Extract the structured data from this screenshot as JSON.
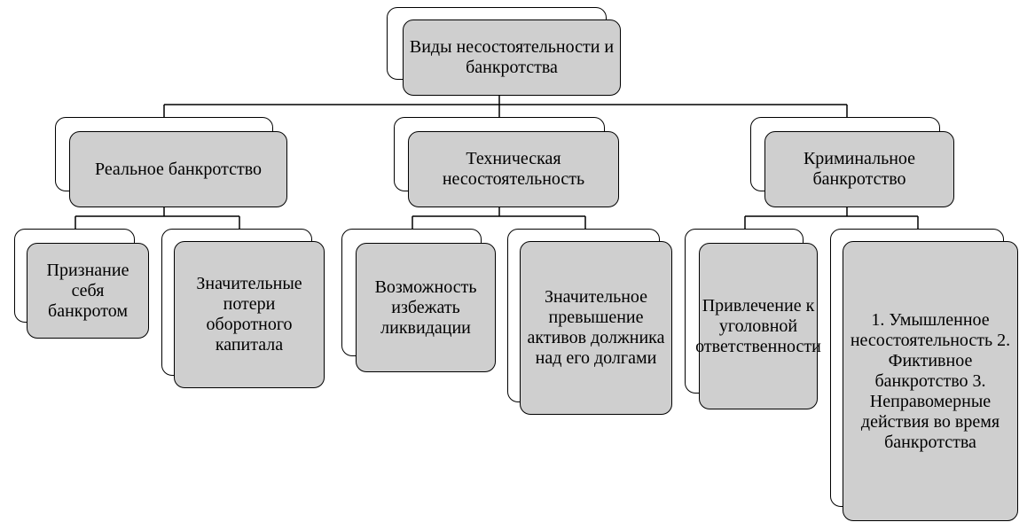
{
  "diagram": {
    "root": {
      "label": "Виды несостоятельности и банкротства"
    },
    "branches": [
      {
        "label": "Реальное банкротство",
        "children": [
          {
            "label": "Признание себя банкротом"
          },
          {
            "label": "Значительные потери оборотного капитала"
          }
        ]
      },
      {
        "label": "Техническая несостоятельность",
        "children": [
          {
            "label": "Возможность избежать ликвидации"
          },
          {
            "label": "Значительное превышение активов должника над его долгами"
          }
        ]
      },
      {
        "label": "Криминальное банкротство",
        "children": [
          {
            "label": "Привлечение к уголовной ответственности"
          },
          {
            "label": "1. Умышленное несостоятельность 2. Фиктивное банкротство 3. Неправомерные действия во время банкротства"
          }
        ]
      }
    ]
  }
}
